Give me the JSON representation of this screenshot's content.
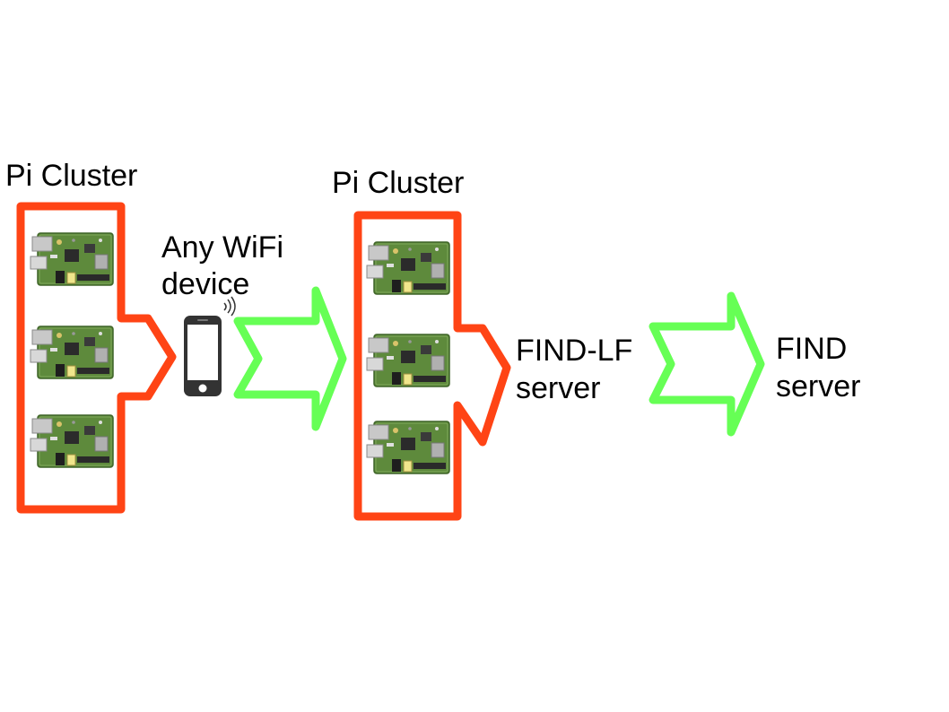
{
  "colors": {
    "cluster_bracket": "#ff4415",
    "flow_arrow": "#66ff55",
    "pcb_green": "#5e8a3c",
    "phone_body": "#333333",
    "background": "#ffffff"
  },
  "left_cluster": {
    "title": "Pi Cluster",
    "board_count": 3,
    "icon": "raspberry-pi-board-icon"
  },
  "device": {
    "label_line1": "Any WiFi",
    "label_line2": "device",
    "icon": "smartphone-icon"
  },
  "middle_cluster": {
    "title": "Pi Cluster",
    "board_count": 3,
    "icon": "raspberry-pi-board-icon"
  },
  "find_lf": {
    "label_line1": "FIND-LF",
    "label_line2": "server"
  },
  "find": {
    "label_line1": "FIND",
    "label_line2": "server"
  }
}
